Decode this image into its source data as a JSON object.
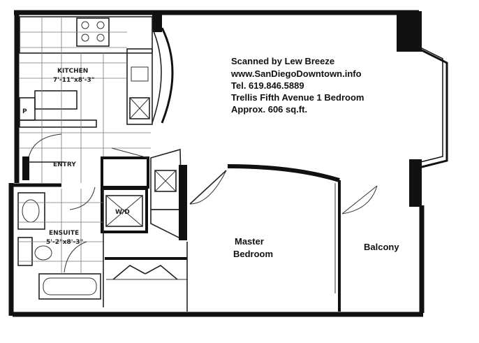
{
  "info_block": {
    "line1": "Scanned by Lew Breeze",
    "line2": "www.SanDiegoDowntown.info",
    "line3": "Tel. 619.846.5889",
    "line4": "Trellis Fifth Avenue 1 Bedroom",
    "line5": "Approx. 606 sq.ft."
  },
  "rooms": {
    "kitchen": "KITCHEN",
    "kitchen_dim": "7'-11\"x8'-3\"",
    "entry": "ENTRY",
    "ensuite": "ENSUITE",
    "ensuite_dim": "5'-2\"x8'-3\"",
    "master_line1": "Master",
    "master_line2": "Bedroom",
    "balcony": "Balcony"
  },
  "fixtures": {
    "pantry": "P",
    "wd": "W/D"
  }
}
